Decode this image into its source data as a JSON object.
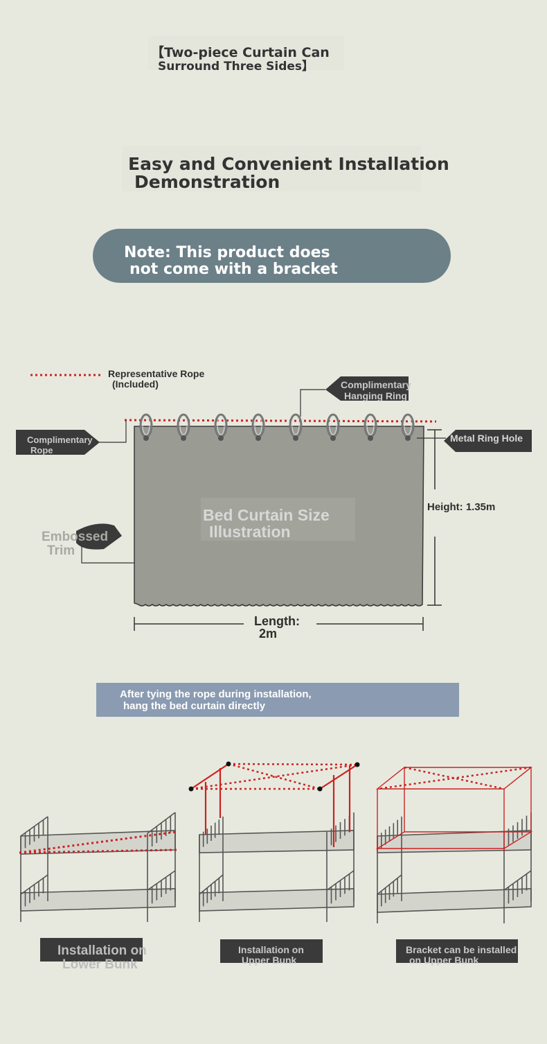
{
  "header": {
    "line1": "【Two-piece Curtain Can",
    "line2": "Surround Three Sides】"
  },
  "section_title": {
    "line1": "Easy and Convenient Installation",
    "line2": "Demonstration"
  },
  "note": {
    "line1": "Note: This product does",
    "line2": "not come with a bracket"
  },
  "diagram": {
    "rope_legend_line1": "Representative Rope",
    "rope_legend_line2": "(Included)",
    "hanging_ring_line1": "Complimentary",
    "hanging_ring_line2": "Hanging Ring",
    "rope_tag_line1": "Complimentary",
    "rope_tag_line2": "Rope",
    "metal_ring_hole": "Metal Ring Hole",
    "embossed_line1": "Embossed",
    "embossed_line2": "Trim",
    "curtain_label_line1": "Bed Curtain Size",
    "curtain_label_line2": "Illustration",
    "height": "Height: 1.35m",
    "length_line1": "Length:",
    "length_line2": "2m",
    "ring_count": 8,
    "colors": {
      "curtain": "#9a9b92",
      "rope": "#cc2222",
      "tag": "#3a3a3a"
    }
  },
  "instruction": {
    "line1": "After tying the rope during installation,",
    "line2": "hang the bed curtain directly"
  },
  "bunks": [
    {
      "line1": "Installation on",
      "line2": "Lower Bunk"
    },
    {
      "line1": "Installation on",
      "line2": "Upper Bunk"
    },
    {
      "line1": "Bracket can be installed",
      "line2": "on Upper Bunk"
    }
  ]
}
